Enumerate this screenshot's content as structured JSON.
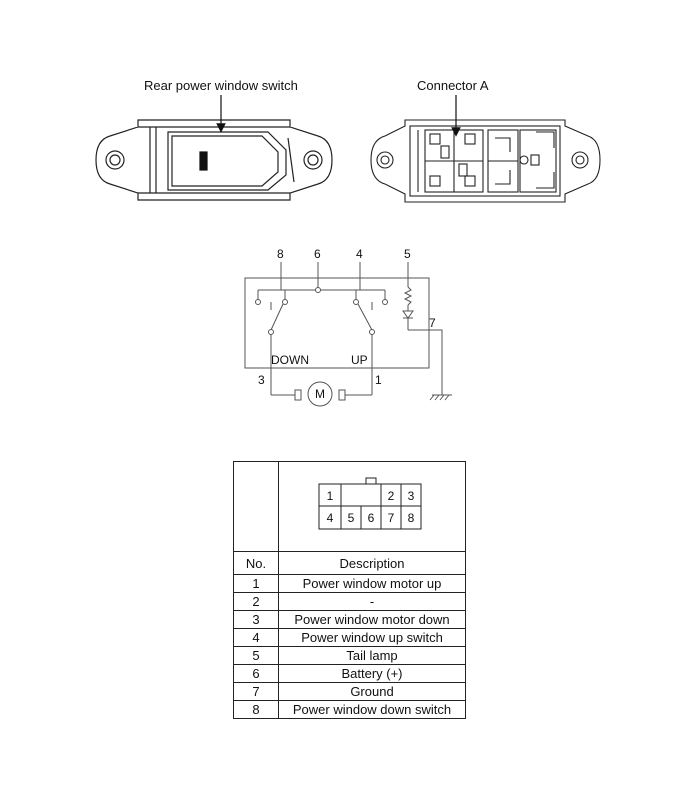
{
  "labels": {
    "switch": "Rear power window switch",
    "connector": "Connector A"
  },
  "circuit": {
    "pins": [
      "8",
      "6",
      "4",
      "5",
      "7",
      "3",
      "1"
    ],
    "down": "DOWN",
    "up": "UP",
    "motor": "M"
  },
  "connector_face": {
    "top_row": [
      "1",
      "",
      "2",
      "3"
    ],
    "bottom_row": [
      "4",
      "5",
      "6",
      "7",
      "8"
    ]
  },
  "pin_table": {
    "headers": [
      "No.",
      "Description"
    ],
    "rows": [
      {
        "no": "1",
        "desc": "Power window motor up"
      },
      {
        "no": "2",
        "desc": "-"
      },
      {
        "no": "3",
        "desc": "Power window motor down"
      },
      {
        "no": "4",
        "desc": "Power window up switch"
      },
      {
        "no": "5",
        "desc": "Tail lamp"
      },
      {
        "no": "6",
        "desc": "Battery (+)"
      },
      {
        "no": "7",
        "desc": "Ground"
      },
      {
        "no": "8",
        "desc": "Power window down switch"
      }
    ]
  }
}
